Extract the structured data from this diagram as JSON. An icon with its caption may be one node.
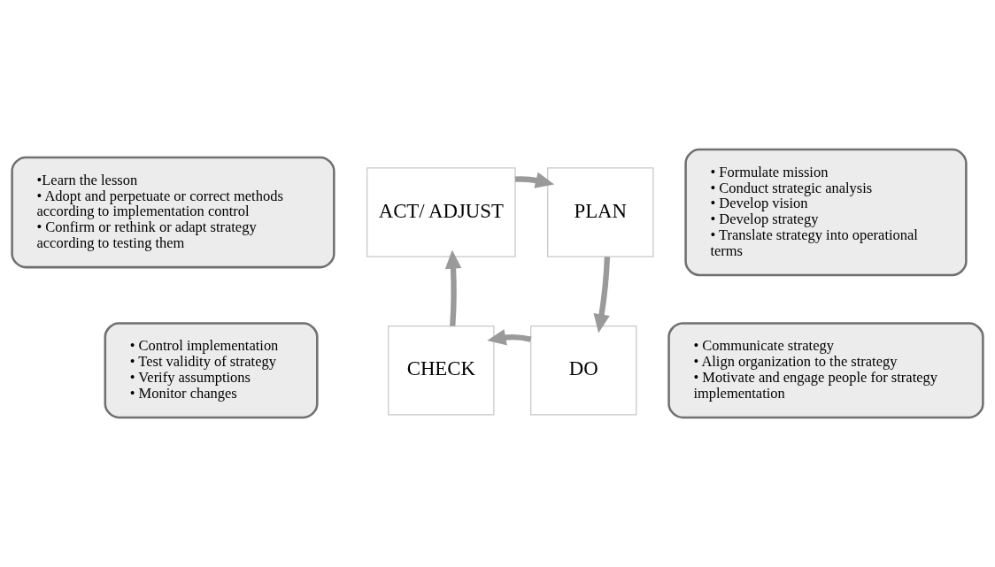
{
  "diagram": {
    "nodes": [
      {
        "text": [
          "•Learn the lesson",
          "• Adopt and perpetuate or correct methods according to implementation control",
          "• Confirm or rethink or adapt strategy according to testing them"
        ]
      },
      {
        "text": [
          "• Formulate mission",
          "• Conduct strategic analysis",
          "• Develop vision",
          "• Develop strategy",
          "• Translate strategy into operational terms"
        ]
      },
      {
        "text": [
          "ACT/ ADJUST"
        ]
      },
      {
        "text": [
          "PLAN"
        ]
      },
      {
        "text": [
          "CHECK"
        ]
      },
      {
        "text": [
          "DO"
        ]
      },
      {
        "text": [
          "• Control implementation",
          "• Test validity of strategy",
          "• Verify assumptions",
          "• Monitor changes"
        ]
      },
      {
        "text": [
          "• Communicate strategy",
          "• Align organization to the strategy",
          "• Motivate and engage people for strategy implementation"
        ]
      }
    ],
    "edges": [
      {
        "from": 2,
        "to": 3,
        "arrow": "to"
      },
      {
        "from": 3,
        "to": 5,
        "arrow": "to"
      },
      {
        "from": 5,
        "to": 4,
        "arrow": "to"
      },
      {
        "from": 4,
        "to": 2,
        "arrow": "to"
      }
    ]
  }
}
